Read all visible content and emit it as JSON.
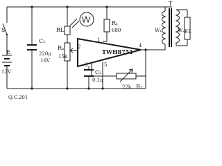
{
  "diagram": {
    "components": {
      "switch": {
        "label": "S"
      },
      "battery": {
        "label": "E",
        "value": "12V"
      },
      "capacitor1": {
        "label": "C₁",
        "value1": "220μ",
        "value2": "16V"
      },
      "photoresistor": {
        "label": "RL"
      },
      "resistor1": {
        "label": "R₁",
        "value": "680"
      },
      "potentiometer": {
        "label": "Rₚ",
        "value": "15k"
      },
      "ic": {
        "label": "TWH8751",
        "pin1": "1",
        "pin2": "2",
        "pin3": "3",
        "pin4": "4",
        "pin5": "5"
      },
      "capacitor2": {
        "label": "C₂",
        "value": "0.1μ"
      },
      "resistor2": {
        "label": "R₂",
        "value": "22k"
      },
      "transformer": {
        "label": "T",
        "primary": "W₁",
        "secondary": "W₂"
      },
      "lamp": {
        "label": "EL"
      }
    },
    "bottom_text": "Q.C.201"
  }
}
